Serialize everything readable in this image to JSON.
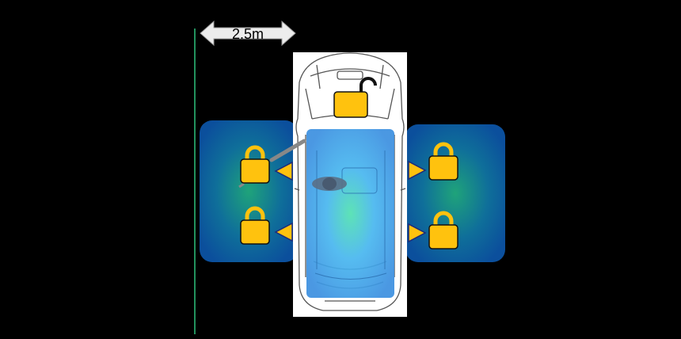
{
  "distance_label": "2.5m",
  "colors": {
    "background": "#000000",
    "zone_inner": "#1fa37a",
    "zone_outer": "#0b4f9c",
    "cabin_fill": "#3b9fe8",
    "lock_fill": "#ffc20e",
    "lock_stroke": "#1a1a1a",
    "arrow_fill": "#ffc20e",
    "arrow_stroke": "#1e2a78",
    "boundary_line": "#2ec27e",
    "dimension_arrow": "#e8e8e8"
  },
  "icons": [
    "unlocked-padlock-icon",
    "locked-padlock-icon",
    "triangle-arrow-icon",
    "double-arrow-icon",
    "key-fob-icon"
  ],
  "locks": [
    {
      "id": "trunk",
      "state": "unlocked"
    },
    {
      "id": "left-front",
      "state": "locked"
    },
    {
      "id": "left-rear",
      "state": "locked"
    },
    {
      "id": "right-front",
      "state": "locked"
    },
    {
      "id": "right-rear",
      "state": "locked"
    }
  ]
}
